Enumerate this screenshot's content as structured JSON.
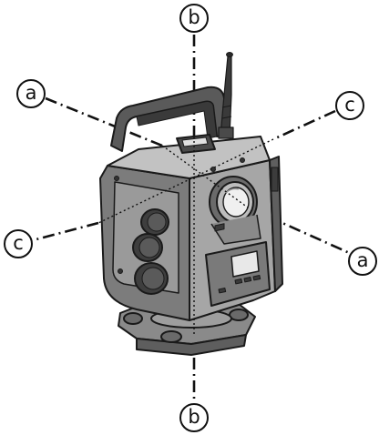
{
  "figure": {
    "callouts": {
      "a_top_left": "a",
      "a_bottom_right": "a",
      "b_top": "b",
      "b_bottom": "b",
      "c_top_right": "c",
      "c_bottom_left": "c"
    },
    "colors": {
      "body_dark": "#6e6e6e",
      "body_mid": "#9a9a9a",
      "body_light": "#c4c4c4",
      "outline": "#1a1a1a",
      "axis_line": "#111111"
    },
    "icons": [
      "total-station-instrument",
      "antenna",
      "carry-handle",
      "focus-knobs",
      "telescope-lens",
      "display-keypad",
      "tribrach-base"
    ]
  }
}
